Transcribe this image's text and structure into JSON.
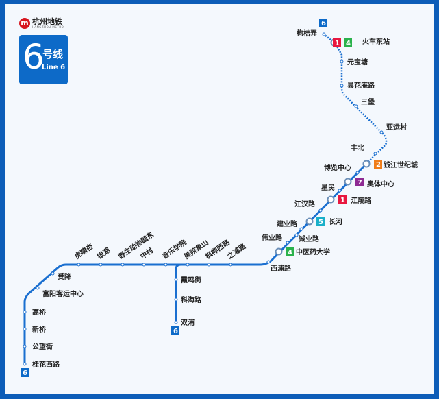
{
  "logo": {
    "name_cn": "杭州地铁",
    "name_en": "HANGZHOU METRO"
  },
  "line_box": {
    "number": "6",
    "name_cn": "号线",
    "name_en": "Line 6"
  },
  "colors": {
    "line6": "#1a6fd0",
    "line1": "#e8173f",
    "line2": "#f07d1a",
    "line4": "#2bb24c",
    "line5": "#1aafc9",
    "line7": "#8e2a93",
    "frame": "#0d5db8"
  },
  "terminal_badge": "6",
  "stations": [
    {
      "name": "桂花西路"
    },
    {
      "name": "公望街"
    },
    {
      "name": "新桥"
    },
    {
      "name": "高桥"
    },
    {
      "name": "富阳客运中心"
    },
    {
      "name": "受降"
    },
    {
      "name": "虎啸杏"
    },
    {
      "name": "银湖"
    },
    {
      "name": "野生动物园东"
    },
    {
      "name": "中村"
    },
    {
      "name": "音乐学院"
    },
    {
      "name": "霞鸣街"
    },
    {
      "name": "科海路"
    },
    {
      "name": "双浦"
    },
    {
      "name": "美院象山"
    },
    {
      "name": "枫桦西路"
    },
    {
      "name": "之浦路"
    },
    {
      "name": "西浦路"
    },
    {
      "name": "中医药大学",
      "transfer": [
        "4"
      ]
    },
    {
      "name": "伟业路"
    },
    {
      "name": "诚业路"
    },
    {
      "name": "长河",
      "transfer": [
        "5"
      ]
    },
    {
      "name": "建业路"
    },
    {
      "name": "江汉路"
    },
    {
      "name": "江陵路",
      "transfer": [
        "1"
      ]
    },
    {
      "name": "星民"
    },
    {
      "name": "奥体中心",
      "transfer": [
        "7"
      ]
    },
    {
      "name": "博览中心"
    },
    {
      "name": "钱江世纪城",
      "transfer": [
        "2"
      ]
    },
    {
      "name": "丰北"
    },
    {
      "name": "亚运村"
    },
    {
      "name": "三堡"
    },
    {
      "name": "昙花庵路"
    },
    {
      "name": "元宝塘"
    },
    {
      "name": "火车东站",
      "transfer": [
        "1",
        "4"
      ]
    },
    {
      "name": "枸桔弄"
    }
  ]
}
